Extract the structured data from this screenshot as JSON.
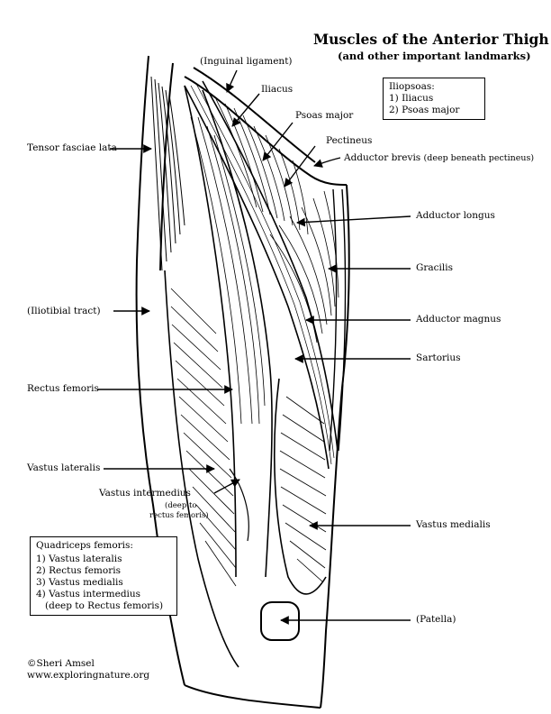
{
  "title": "Muscles of the Anterior Thigh",
  "subtitle": "(and other important landmarks)",
  "iliopsoas_box": {
    "heading": "Iliopsoas:",
    "items": [
      "1) Iliacus",
      "2) Psoas major"
    ]
  },
  "quadriceps_box": {
    "heading": "Quadriceps femoris:",
    "items": [
      "1) Vastus lateralis",
      "2) Rectus femoris",
      "3) Vastus medialis",
      "4) Vastus intermedius",
      "(deep to Rectus femoris)"
    ]
  },
  "labels": {
    "inguinal_ligament": "(Inguinal ligament)",
    "iliacus": "Iliacus",
    "psoas_major": "Psoas major",
    "pectineus": "Pectineus",
    "adductor_brevis": "Adductor brevis",
    "adductor_brevis_note": "(deep beneath pectineus)",
    "tensor_fasciae_lata": "Tensor fasciae lata",
    "adductor_longus": "Adductor longus",
    "gracilis": "Gracilis",
    "iliotibial_tract": "(Iliotibial tract)",
    "adductor_magnus": "Adductor magnus",
    "sartorius": "Sartorius",
    "rectus_femoris": "Rectus femoris",
    "vastus_lateralis": "Vastus lateralis",
    "vastus_intermedius": "Vastus intermedius",
    "vastus_intermedius_note_1": "(deep to",
    "vastus_intermedius_note_2": "rectus femoris)",
    "vastus_medialis": "Vastus medialis",
    "patella": "(Patella)"
  },
  "footer": {
    "copyright": "©Sheri Amsel",
    "website": "www.exploringnature.org"
  }
}
